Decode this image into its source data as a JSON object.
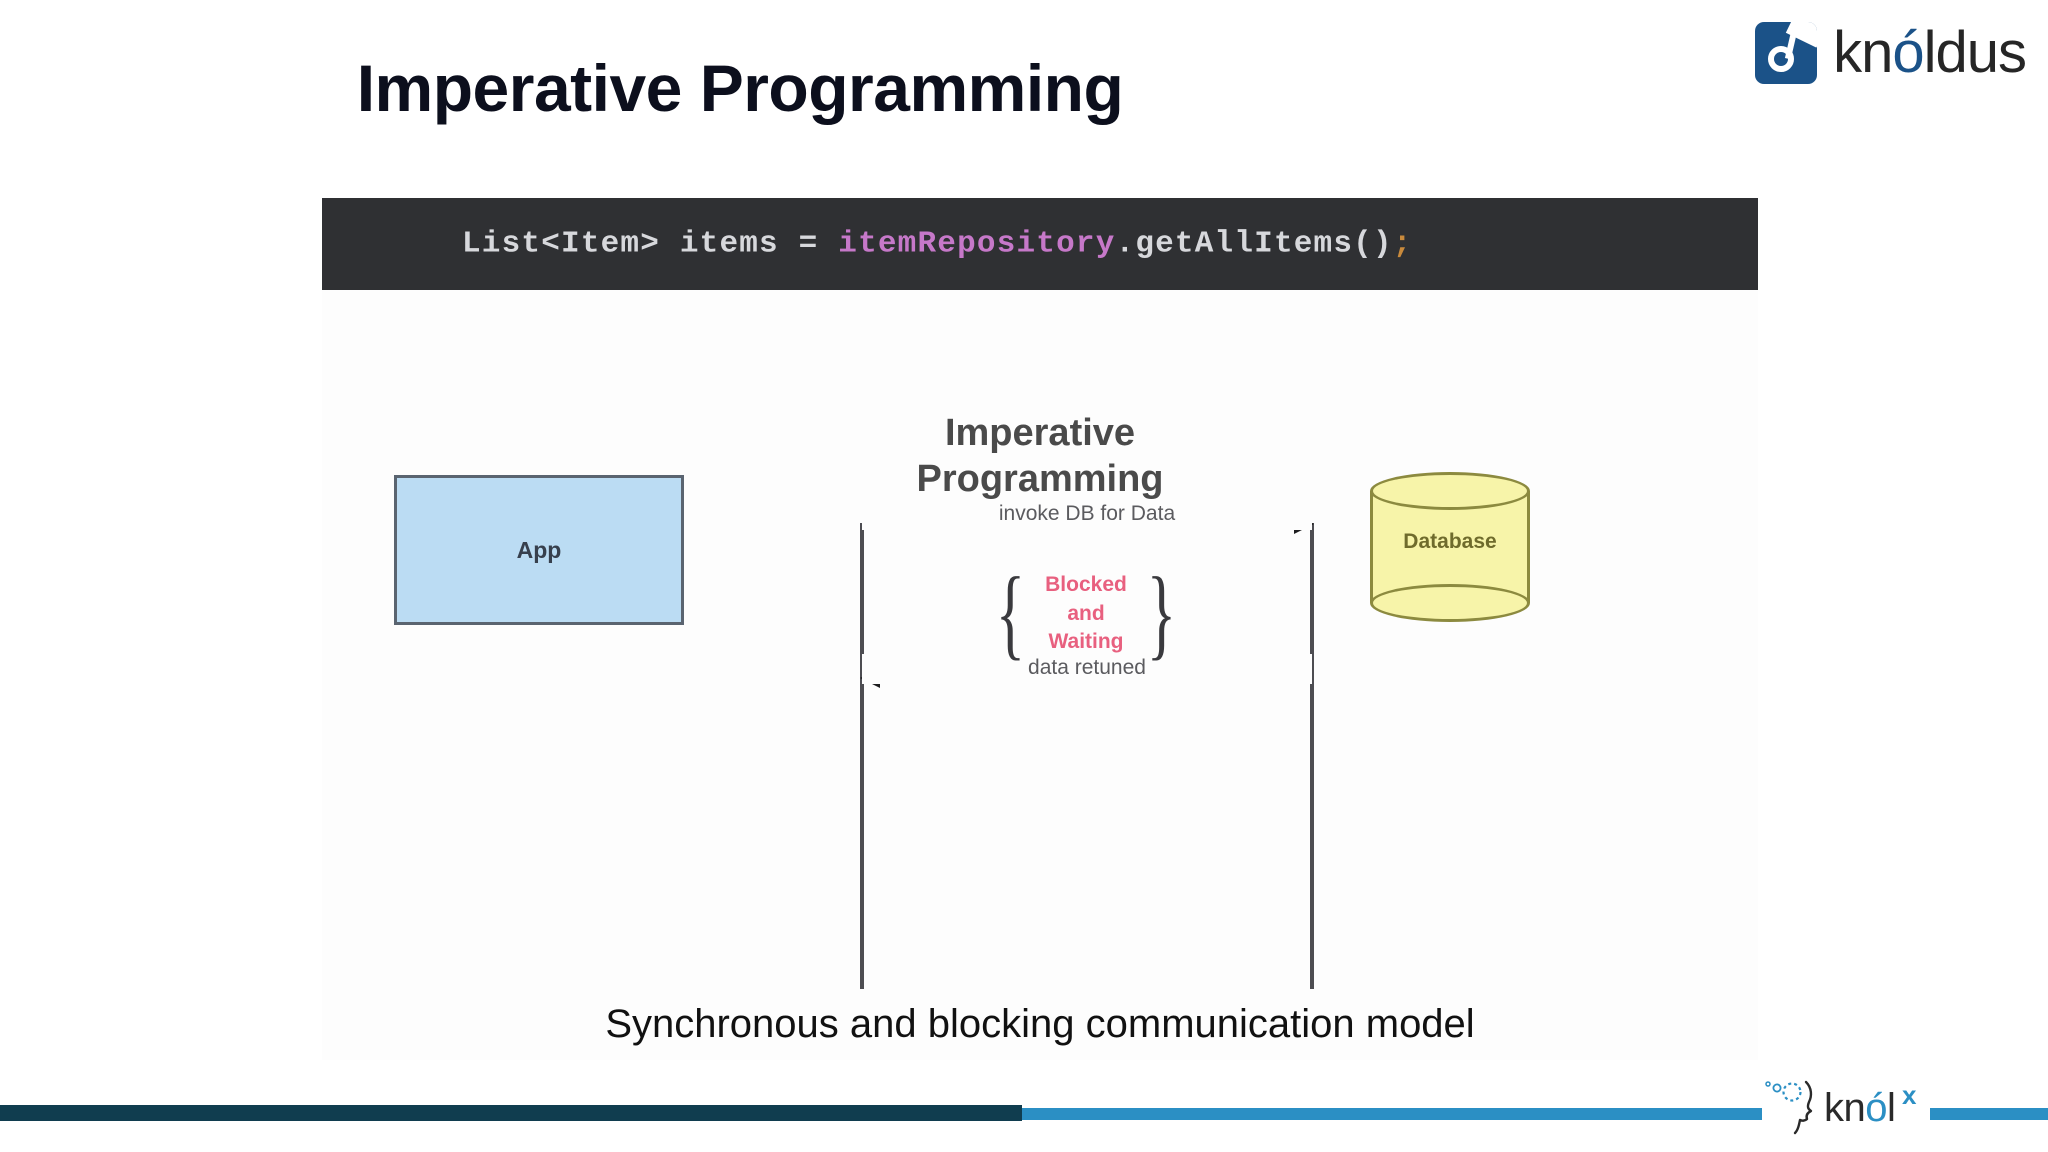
{
  "slide": {
    "title": "Imperative Programming"
  },
  "brand": {
    "name": "knóldus",
    "name_prefix": "kn",
    "name_accent": "ó",
    "name_suffix": "ldus",
    "mark_icon": "knoldus-mark-icon",
    "colors": {
      "mark_blue": "#1b5288",
      "word_dark": "#262626"
    }
  },
  "code": {
    "language_hint": "java",
    "full_text": "List<Item> items = itemRepository.getAllItems();",
    "tokens": [
      {
        "text": "List<Item> items = ",
        "kind": "plain"
      },
      {
        "text": "itemRepository",
        "kind": "ident"
      },
      {
        "text": ".getAllItems()",
        "kind": "plain"
      },
      {
        "text": ";",
        "kind": "punc"
      }
    ],
    "segment_plain_1": "List<Item> items = ",
    "segment_ident": "itemRepository",
    "segment_plain_2": ".getAllItems()",
    "segment_punc": ";",
    "background": "#2f3033",
    "text_color": "#d7d8dc",
    "ident_color": "#c678c9",
    "punc_color": "#c98a3c"
  },
  "figure": {
    "heading_line1": "Imperative",
    "heading_line2": "Programming",
    "app_label": "App",
    "database_label": "Database",
    "message_request": "invoke DB for Data",
    "message_response": "data retuned",
    "blocked_line1": "Blocked",
    "blocked_line2": "and",
    "blocked_line3": "Waiting",
    "caption": "Synchronous and blocking communication model",
    "colors": {
      "app_fill": "#bbdcf3",
      "app_border": "#5a6470",
      "db_fill": "#f7f4a9",
      "db_border": "#8c8a3f",
      "blocked_text": "#e8607f",
      "lifeline": "#4d4d52"
    }
  },
  "footer": {
    "knolx_name": "knól",
    "knolx_prefix": "kn",
    "knolx_accent": "ó",
    "knolx_suffix": "l",
    "knolx_superscript": "x",
    "head_icon": "knolx-head-icon",
    "bar_dark_color": "#103d4f",
    "bar_light_color": "#2b8fc4"
  }
}
